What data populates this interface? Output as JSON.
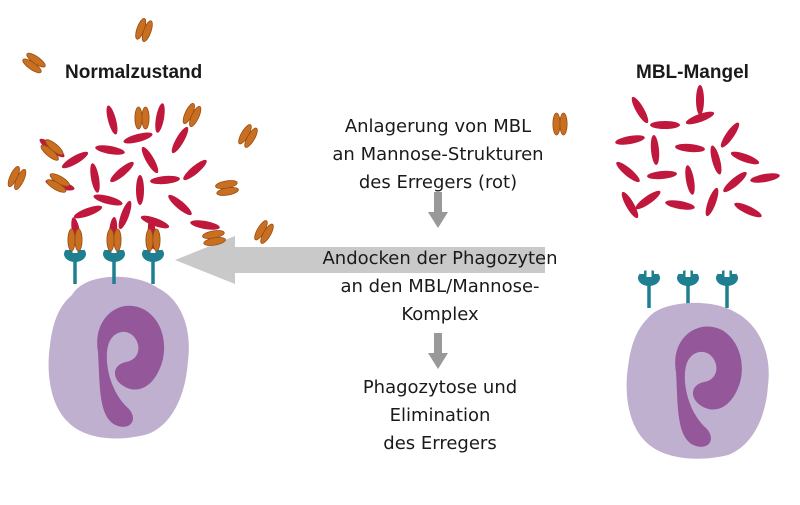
{
  "titles": {
    "left": "Normalzustand",
    "right": "MBL-Mangel"
  },
  "steps": [
    [
      "Anlagerung von MBL",
      "an Mannose-Strukturen",
      "des Erregers (rot)"
    ],
    [
      "Andocken der Phagozyten",
      "an den MBL/Mannose-",
      "Komplex"
    ],
    [
      "Phagozytose und",
      "Elimination",
      "des Erregers"
    ]
  ],
  "colors": {
    "pathogen": "#c0173c",
    "mbl": "#c86f22",
    "mbl_dark": "#9a4d12",
    "receptor": "#1d7f90",
    "cell": "#bfb0cf",
    "nucleus": "#93579a",
    "arrow_big": "#c9c9c9",
    "arrow_small": "#999999"
  },
  "icons": [
    "mbl-molecule-icon",
    "receptor-icon",
    "phagocyte-icon",
    "pathogen-mesh-icon"
  ]
}
